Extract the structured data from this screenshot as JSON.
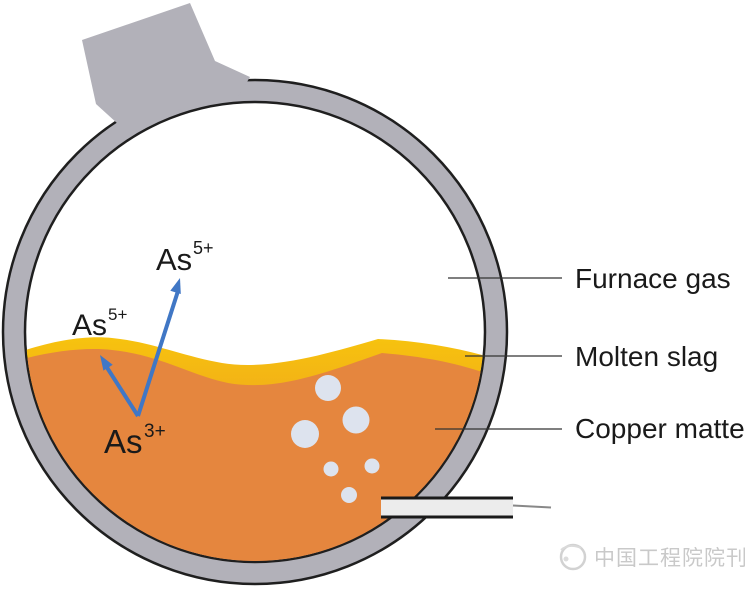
{
  "figure": {
    "title_hint": "Converter furnace cross-section showing arsenic distribution",
    "annotations": {
      "as5_gas": {
        "base": "As",
        "sup": "5+"
      },
      "as5_slag": {
        "base": "As",
        "sup": "5+"
      },
      "as3_matte": {
        "base": "As",
        "sup": "3+"
      }
    },
    "legend_labels": {
      "furnace_gas": "Furnace gas",
      "molten_slag": "Molten slag",
      "copper_matte": "Copper matte"
    },
    "watermark": {
      "text": "中国工程院院刊"
    },
    "colors": {
      "vessel_gray": "#b2b1b9",
      "outline_dark": "#1f1f1f",
      "slag_yellow_top": "#f7c30e",
      "slag_yellow_bottom": "#eea11f",
      "matte_orange": "#e5863e",
      "bubble_blue_white": "#dde3ee",
      "arrow_blue": "#4077c5",
      "pipe_light_gray": "#ececec",
      "watermark_gray": "#c9c9c9"
    }
  }
}
